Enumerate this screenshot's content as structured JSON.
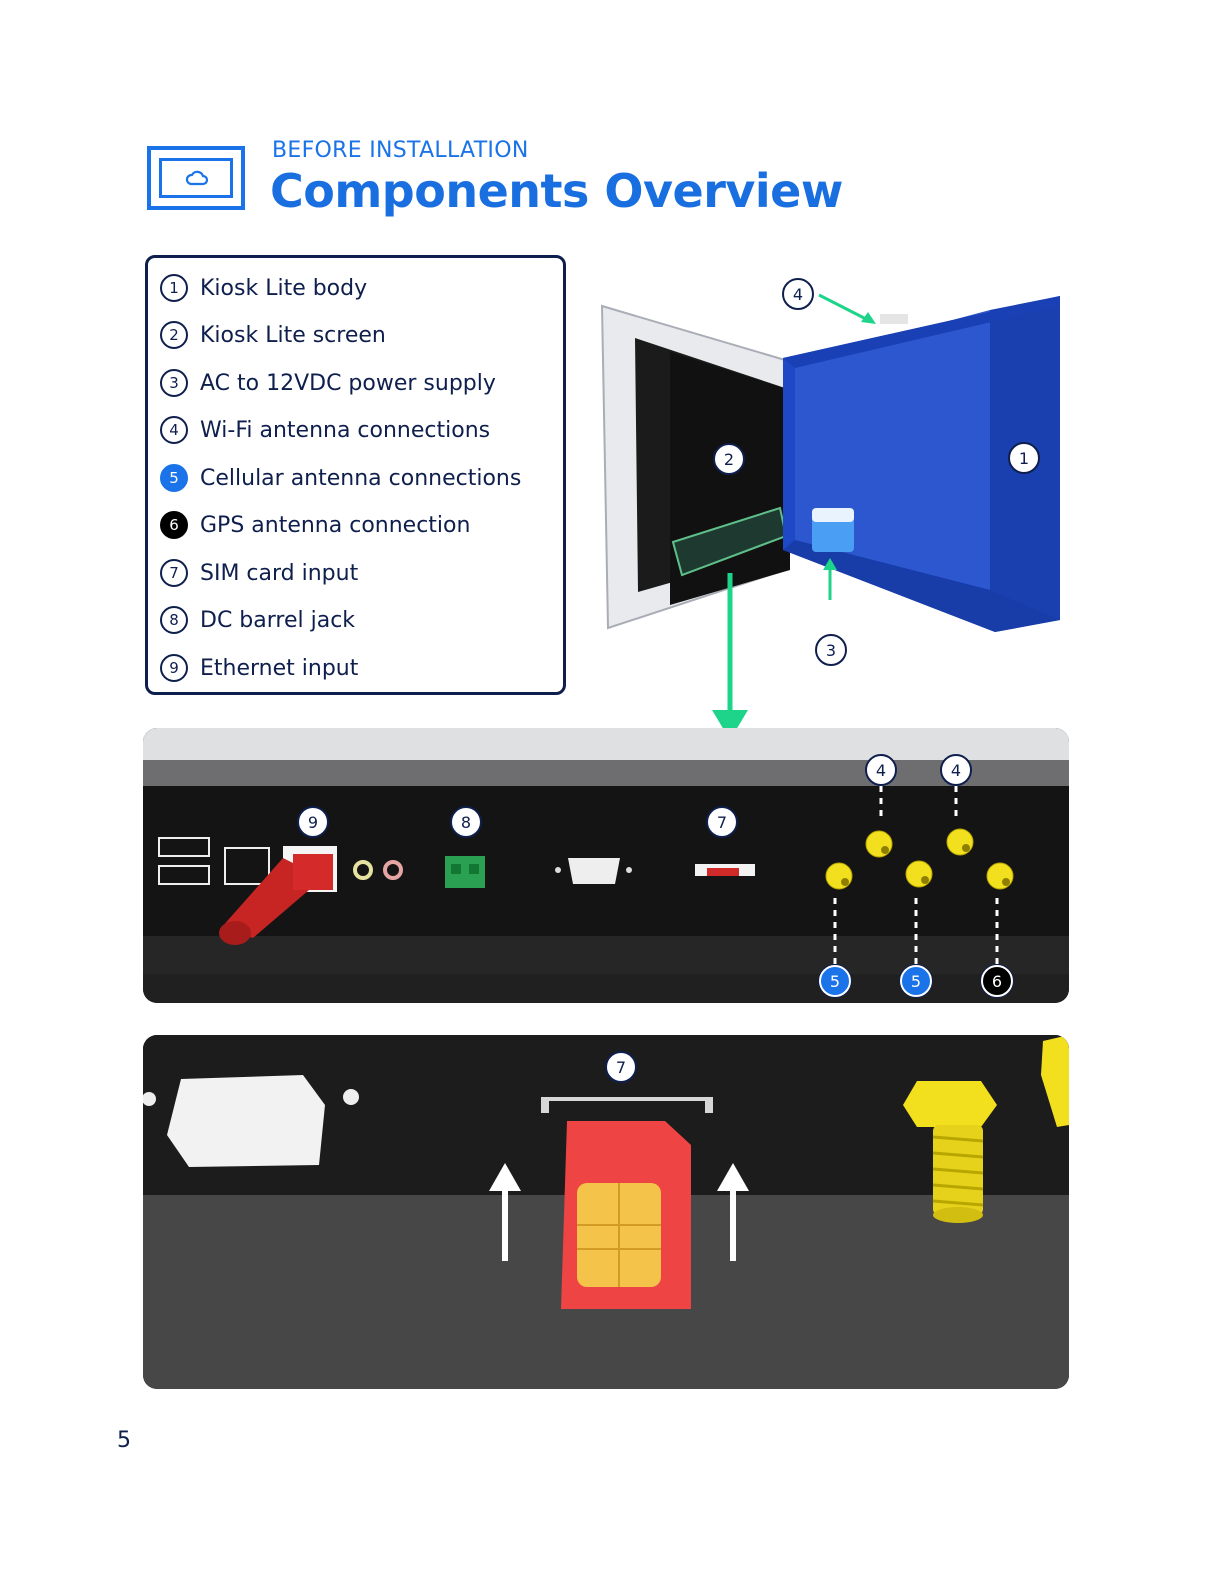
{
  "header": {
    "kicker": "BEFORE INSTALLATION",
    "title": "Components Overview",
    "icon": "cloud-display-icon"
  },
  "legend": {
    "items": [
      {
        "number": "1",
        "label": "Kiosk Lite body",
        "style": "outline"
      },
      {
        "number": "2",
        "label": "Kiosk Lite screen",
        "style": "outline"
      },
      {
        "number": "3",
        "label": "AC to 12VDC power supply",
        "style": "outline"
      },
      {
        "number": "4",
        "label": "Wi-Fi antenna connections",
        "style": "outline"
      },
      {
        "number": "5",
        "label": "Cellular antenna connections",
        "style": "blue"
      },
      {
        "number": "6",
        "label": "GPS antenna connection",
        "style": "black"
      },
      {
        "number": "7",
        "label": "SIM card input",
        "style": "outline"
      },
      {
        "number": "8",
        "label": "DC barrel jack",
        "style": "outline"
      },
      {
        "number": "9",
        "label": "Ethernet input",
        "style": "outline"
      }
    ]
  },
  "kiosk_diagram": {
    "badges": [
      "4",
      "2",
      "1",
      "3"
    ]
  },
  "ports_panel": {
    "badges": [
      "9",
      "8",
      "7",
      "4",
      "4",
      "5",
      "5",
      "6"
    ]
  },
  "sim_panel": {
    "badges": [
      "7"
    ]
  },
  "colors": {
    "brand_blue": "#1a73e8",
    "navy": "#0f1f4d",
    "arrow_green": "#1ed48a",
    "sim_red": "#f04848",
    "connector_yellow": "#f2e01e"
  },
  "page": {
    "number": "5"
  }
}
